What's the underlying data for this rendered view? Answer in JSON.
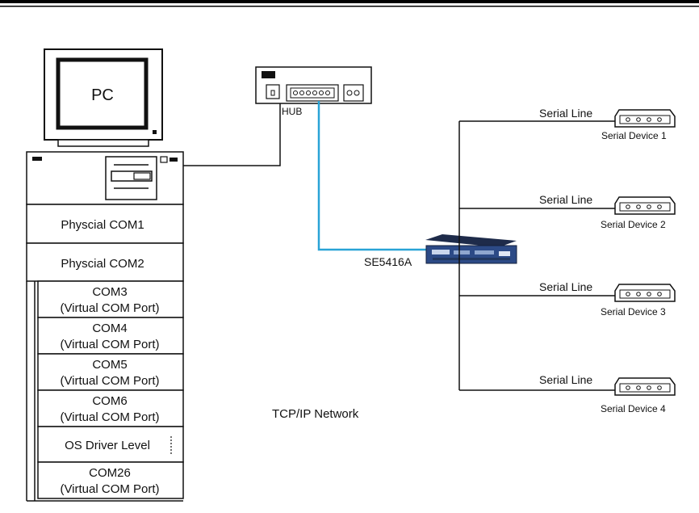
{
  "pc": {
    "label": "PC",
    "ports": [
      {
        "line1": "Physcial COM1",
        "line2": ""
      },
      {
        "line1": "Physcial COM2",
        "line2": ""
      },
      {
        "line1": "COM3",
        "line2": "(Virtual COM Port)"
      },
      {
        "line1": "COM4",
        "line2": "(Virtual COM Port)"
      },
      {
        "line1": "COM5",
        "line2": "(Virtual COM Port)"
      },
      {
        "line1": "COM6",
        "line2": "(Virtual COM Port)"
      },
      {
        "line1": "OS Driver Level",
        "line2": ""
      },
      {
        "line1": "COM26",
        "line2": "(Virtual COM Port)"
      }
    ]
  },
  "hub": {
    "label": "HUB"
  },
  "device_server": {
    "label": "SE5416A"
  },
  "network": {
    "label": "TCP/IP Network"
  },
  "serial_devices": [
    {
      "line_label": "Serial Line",
      "device_label": "Serial Device 1"
    },
    {
      "line_label": "Serial Line",
      "device_label": "Serial Device 2"
    },
    {
      "line_label": "Serial Line",
      "device_label": "Serial Device 3"
    },
    {
      "line_label": "Serial Line",
      "device_label": "Serial Device 4"
    }
  ],
  "colors": {
    "network_cable": "#29a3d6",
    "device_server_body": "#2c4a86",
    "device_server_top": "#1e2b4a",
    "line": "#111111"
  }
}
